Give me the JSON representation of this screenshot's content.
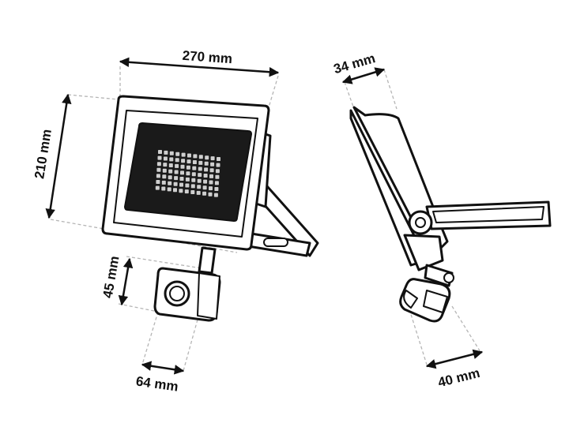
{
  "dimensions": {
    "width": "270 mm",
    "height": "210 mm",
    "depth": "34 mm",
    "sensor_height": "45 mm",
    "sensor_width": "64 mm",
    "sensor_depth": "40 mm"
  },
  "colors": {
    "line": "#111111",
    "extension": "#b5b5b5",
    "panel": "#1a1a1a",
    "led": "#cfcfcf",
    "background": "#ffffff"
  }
}
